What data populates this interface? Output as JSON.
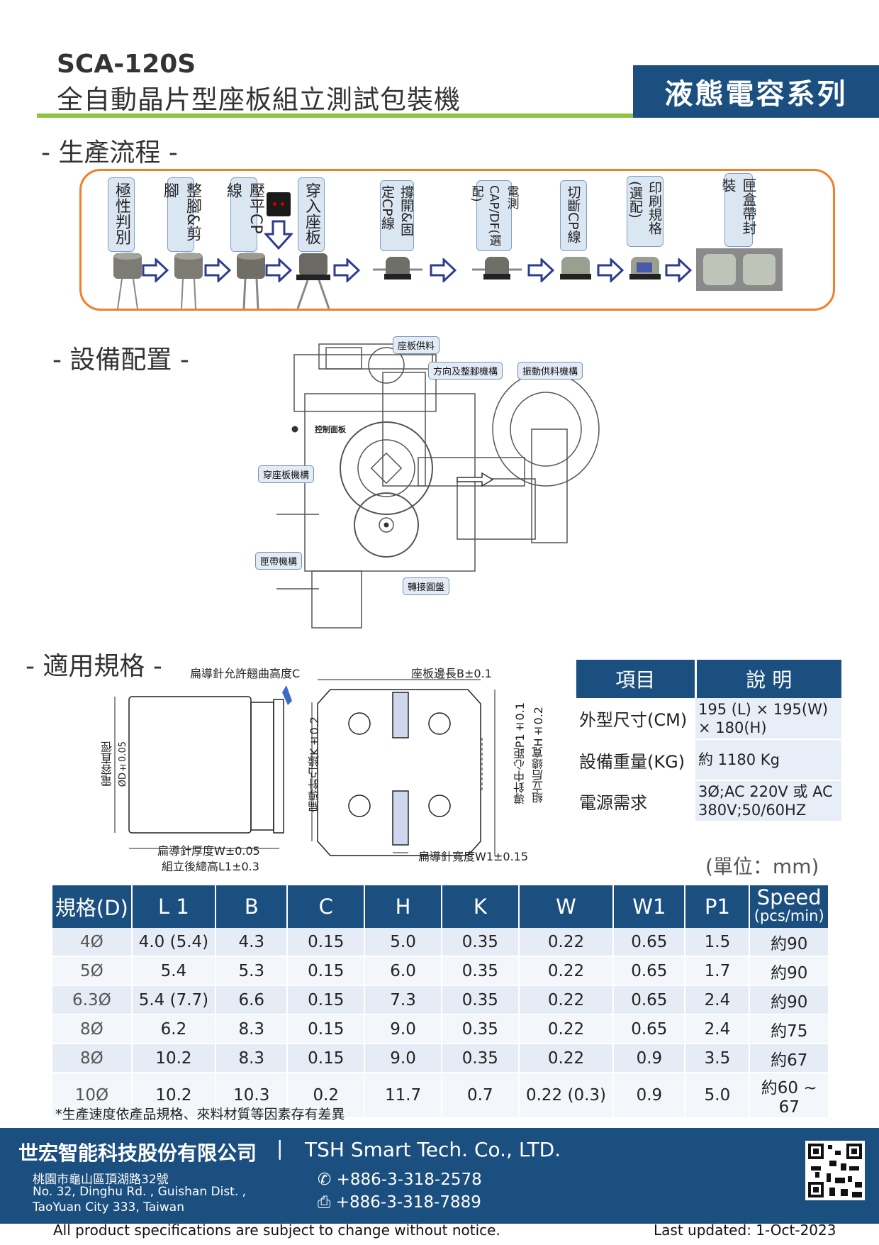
{
  "header": {
    "model": "SCA-120S",
    "title": "全自動晶片型座板組立測試包裝機",
    "series": "液態電容系列"
  },
  "sections": {
    "process": "- 生產流程 -",
    "equipment": "- 設備配置 -",
    "specs": "- 適用規格 -"
  },
  "process_steps": [
    "極性判別",
    "整腳&剪腳",
    "壓平CP線",
    "穿入座板",
    "撐開&固定CP線",
    "電測CAP/DF(選配)",
    "切斷CP線",
    "印刷規格(選配)",
    "匣盒帶封裝"
  ],
  "machine_callouts": [
    "座板供料",
    "方向及整腳機構",
    "振動供料機構",
    "控制面板",
    "穿座板機構",
    "匣帶機構",
    "轉接圓盤"
  ],
  "dimension_labels": {
    "c": "扁導針允許翹曲高度C",
    "b": "座板邊長B±0.1",
    "d": "電容直徑",
    "d2": "ØD±0.05",
    "k": "扁導針凸緣K±0.2",
    "p1": "導針中心距P1±0.1",
    "h": "組立后總寬H±0.2",
    "w": "扁導針厚度W±0.05",
    "l1": "組立後總高L1±0.3",
    "w1": "扁導針寬度W1±0.15"
  },
  "spec_table": {
    "headers": [
      "項目",
      "說 明"
    ],
    "rows": [
      [
        "外型尺寸(CM)",
        "195 (L) × 195(W) × 180(H)"
      ],
      [
        "設備重量(KG)",
        "約 1180 Kg"
      ],
      [
        "電源需求",
        "3Ø;AC 220V 或 AC 380V;50/60HZ"
      ]
    ]
  },
  "unit": "(單位：mm)",
  "data_table": {
    "headers": [
      "規格(D)",
      "L 1",
      "B",
      "C",
      "H",
      "K",
      "W",
      "W1",
      "P1",
      "Speed"
    ],
    "speed_sub": "(pcs/min)",
    "rows": [
      [
        "4Ø",
        "4.0  (5.4)",
        "4.3",
        "0.15",
        "5.0",
        "0.35",
        "0.22",
        "0.65",
        "1.5",
        "約90"
      ],
      [
        "5Ø",
        "5.4",
        "5.3",
        "0.15",
        "6.0",
        "0.35",
        "0.22",
        "0.65",
        "1.7",
        "約90"
      ],
      [
        "6.3Ø",
        "5.4  (7.7)",
        "6.6",
        "0.15",
        "7.3",
        "0.35",
        "0.22",
        "0.65",
        "2.4",
        "約90"
      ],
      [
        "8Ø",
        "6.2",
        "8.3",
        "0.15",
        "9.0",
        "0.35",
        "0.22",
        "0.65",
        "2.4",
        "約75"
      ],
      [
        "8Ø",
        "10.2",
        "8.3",
        "0.15",
        "9.0",
        "0.35",
        "0.22",
        "0.9",
        "3.5",
        "約67"
      ],
      [
        "10Ø",
        "10.2",
        "10.3",
        "0.2",
        "11.7",
        "0.7",
        "0.22  (0.3)",
        "0.9",
        "5.0",
        "約60 ~ 67"
      ]
    ]
  },
  "note": "*生產速度依產品規格、來料材質等因素存有差異",
  "footer": {
    "company_zh": "世宏智能科技股份有限公司",
    "separator": "|",
    "company_en": "TSH Smart Tech. Co., LTD.",
    "address_zh": "桃園市龜山區頂湖路32號",
    "address_en1": "No. 32, Dinghu Rd. , Guishan Dist. ,",
    "address_en2": "TaoYuan City 333, Taiwan",
    "phone": "+886-3-318-2578",
    "fax": "+886-3-318-7889"
  },
  "disclaimer": "All product specifications are subject to change without notice.",
  "updated": "Last updated: 1-Oct-2023",
  "colors": {
    "navy": "#1b4f7f",
    "green": "#8cc540",
    "orange": "#f07f2b",
    "light_blue": "#dbe6f3"
  }
}
